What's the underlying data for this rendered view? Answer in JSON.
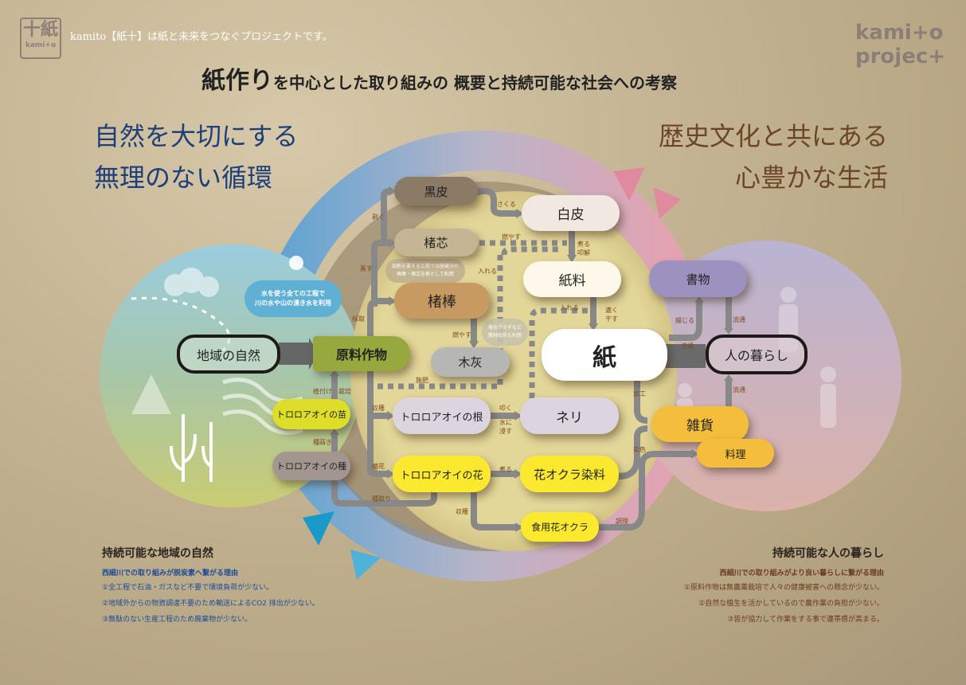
{
  "header": {
    "logo_mark": "紙十 kamito",
    "tagline": "kamito【紙十】は紙と未来をつなぐプロジェクトです。",
    "title_big": "紙作り",
    "title_rest": "を中心とした取り組みの 概要と持続可能な社会への考察",
    "brand_line1": "kami+o",
    "brand_line2": "projec+"
  },
  "headings": {
    "left": [
      "自然を大切にする",
      "無理のない循環"
    ],
    "right": [
      "歴史文化と共にある",
      "心豊かな生活"
    ]
  },
  "nodes": {
    "kurokawa": "黒皮",
    "shirokawa": "白皮",
    "koushin": "楮芯",
    "shiryo": "紙料",
    "koubou": "楮棒",
    "mokkai": "木灰",
    "kami": "紙",
    "genryo": "原料作物",
    "chiiki": "地域の自然",
    "kurashi": "人の暮らし",
    "shomotsu": "書物",
    "zakka": "雑貨",
    "ryori": "料理",
    "nae": "トロロアオイの苗",
    "tane": "トロロアオイの種",
    "ne": "トロロアオイの根",
    "neri": "ネリ",
    "hana": "トロロアオイの花",
    "senryo": "花オクラ染料",
    "shokuyo": "食用花オクラ"
  },
  "notes": {
    "water": [
      "水を使う全ての工程で",
      "川の水や山の湧き水を利用"
    ],
    "firewood": [
      "加熱を要する工程では廃棄分の",
      "楮棒・楮芯を薪として利用"
    ],
    "ash": [
      "地元クヌギなど",
      "雑材の灰も利用"
    ]
  },
  "labels": {
    "hagu": "剥ぐ",
    "musu": "蒸す",
    "saishu": "採取",
    "sakuru": "さくる",
    "moyasu1": "燃やす",
    "niru": "煮る",
    "kokai": "叩解",
    "ireru1": "入れる",
    "ireru2": "入れる",
    "suku": "漉く",
    "hosu": "干す",
    "moyasu2": "燃やす",
    "sehi": "施肥",
    "shukaku1": "収穫",
    "tataku": "叩く",
    "mizuni": "水に",
    "hitasu": "浸す",
    "tekka": "摘花",
    "niru2": "煮る",
    "tanetori": "種取り",
    "shukaku2": "収穫",
    "chouri": "調理",
    "kakou": "加工",
    "senshoku": "染色",
    "tojiru": "綴じる",
    "ryutsu1": "流通",
    "ryutsu2": "流通",
    "ryutsu3": "流通",
    "uetsuke": "植付け",
    "saibai": "栽培",
    "tanemaki": "種蒔き"
  },
  "bottom_left": {
    "title": "持続可能な地域の自然",
    "subtitle": "西細川での取り組みが脱炭素へ繋がる理由",
    "items": [
      "①全工程で石油・ガスなど不要で環境負荷が少ない。",
      "②地域外からの物資調達不要のため輸送によるCO2 排出が少ない。",
      "③無駄のない生産工程のため廃棄物が少ない。"
    ]
  },
  "bottom_right": {
    "title": "持続可能な人の暮らし",
    "subtitle": "西細川での取り組みがより良い暮らしに繋がる理由",
    "items": [
      "①原料作物は無農薬栽培で人々の健康被害への懸念が少ない。",
      "②自然な植生を活かしているので農作業の負担が少ない。",
      "③皆が協力して作業をする事で連帯感が高まる。"
    ]
  },
  "colors": {
    "ring_left": "#6aa6cf",
    "ring_right": "#e2a3b2",
    "inner": "#e2d699",
    "arrow": "#888888",
    "label": "#7a4a1e"
  }
}
